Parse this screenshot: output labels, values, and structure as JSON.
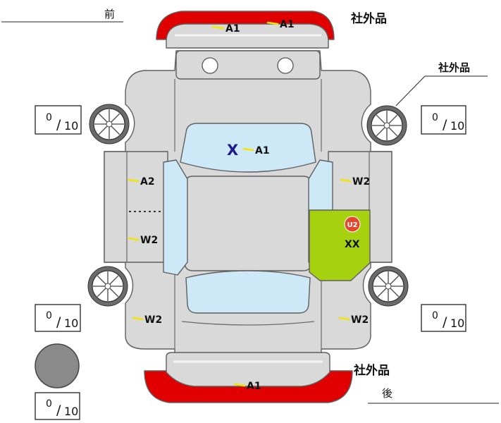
{
  "labels": {
    "front": "前",
    "rear": "後",
    "aftermarket_front_bumper": "社外品",
    "aftermarket_right_front_wheel": "社外品",
    "aftermarket_rear_bumper": "社外品"
  },
  "damage": {
    "front_bumper": [
      "A1",
      "A1"
    ],
    "windshield": {
      "mark": "X",
      "code": "A1"
    },
    "left_front_door": "A2",
    "left_rear_door": "W2",
    "left_rear_fender": "W2",
    "right_front_door": "W2",
    "right_rear_door": {
      "badge": "U2",
      "code": "XX"
    },
    "right_rear_fender": "W2",
    "rear_bumper": "A1"
  },
  "tires": {
    "separator": "/",
    "left_front": {
      "value": "0",
      "max": "10"
    },
    "right_front": {
      "value": "0",
      "max": "10"
    },
    "left_rear": {
      "value": "0",
      "max": "10"
    },
    "right_rear": {
      "value": "0",
      "max": "10"
    },
    "spare": {
      "value": "0",
      "max": "10"
    }
  },
  "colors": {
    "bumper": "#e00000",
    "body": "#d9d9d9",
    "glass": "#cde8f7",
    "highlight_panel": "#a6d10f",
    "badge": "#e4472f",
    "mark": "#1b1b8f",
    "marker": "#f3e500",
    "spare": "#8a8a8a"
  }
}
